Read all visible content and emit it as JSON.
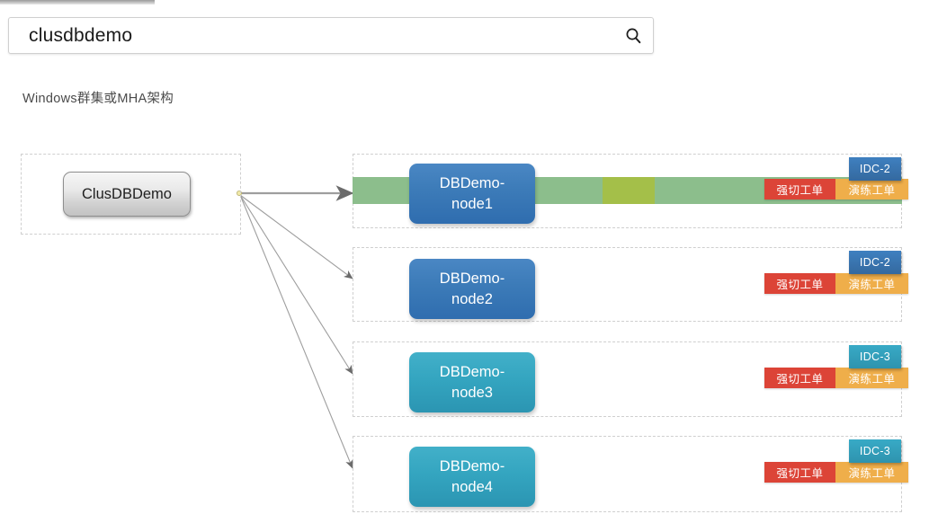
{
  "window": {
    "top_strip_label": "toolbar-strip"
  },
  "search": {
    "value": "clusdbdemo",
    "placeholder": "",
    "icon": "search-icon"
  },
  "heading": {
    "text": "Windows群集或MHA架构"
  },
  "source": {
    "label": "ClusDBDemo"
  },
  "status_bar": {
    "color": "#8cbe8c",
    "segment_color": "#a4bf49"
  },
  "colors": {
    "blue_node": "#3d7cb9",
    "teal_node": "#34a5c0",
    "red_button": "#dc4437",
    "orange_button": "#efae4a",
    "badge_blue": "#3f80c0",
    "badge_teal": "#38aac6",
    "green_bar": "#8cbe8c",
    "olive_segment": "#a4bf49"
  },
  "rows": [
    {
      "node_line1": "DBDemo-",
      "node_line2": "node1",
      "force_switch_label": "强切工单",
      "drill_label": "演练工单",
      "idc_label": "IDC-2",
      "has_status_bar": true
    },
    {
      "node_line1": "DBDemo-",
      "node_line2": "node2",
      "force_switch_label": "强切工单",
      "drill_label": "演练工单",
      "idc_label": "IDC-2",
      "has_status_bar": false
    },
    {
      "node_line1": "DBDemo-",
      "node_line2": "node3",
      "force_switch_label": "强切工单",
      "drill_label": "演练工单",
      "idc_label": "IDC-3",
      "has_status_bar": false
    },
    {
      "node_line1": "DBDemo-",
      "node_line2": "node4",
      "force_switch_label": "强切工单",
      "drill_label": "演练工单",
      "idc_label": "IDC-3",
      "has_status_bar": false
    }
  ]
}
